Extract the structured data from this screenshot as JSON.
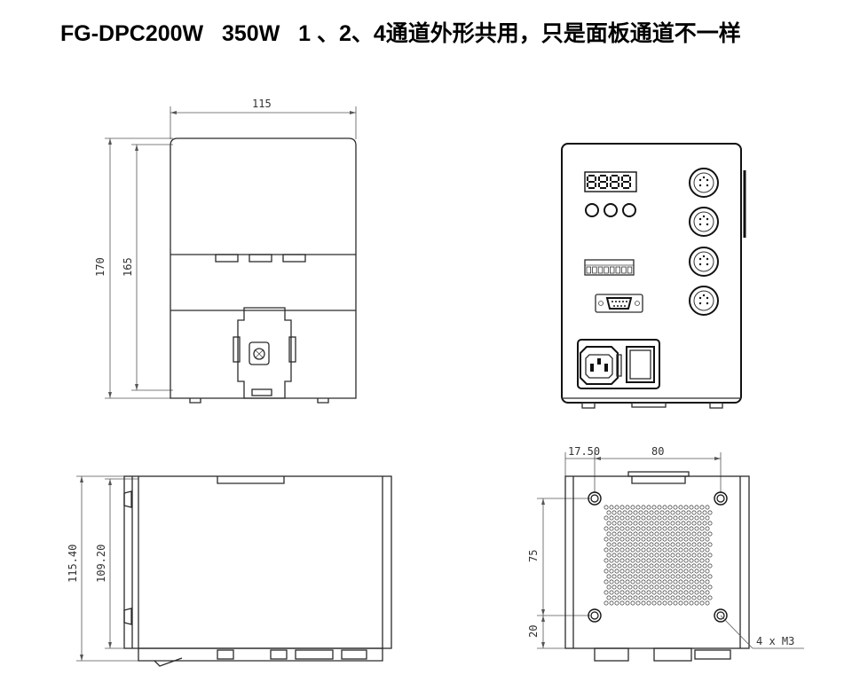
{
  "title": {
    "model": "FG-DPC200W",
    "power": "350W",
    "note": "1 、2、4通道外形共用，只是面板通道不一样"
  },
  "front_view": {
    "dims": {
      "width": "115",
      "height_total": "170",
      "height_body": "165"
    }
  },
  "side_view": {
    "dims": {
      "height_total": "115.40",
      "height_body": "109.20"
    }
  },
  "bottom_view": {
    "dims": {
      "offset_x": "17.50",
      "spacing_x": "80",
      "spacing_y": "75",
      "offset_y": "20"
    },
    "hole_note": "4 x M3"
  },
  "panel_view": {
    "display_digits": "8888"
  }
}
